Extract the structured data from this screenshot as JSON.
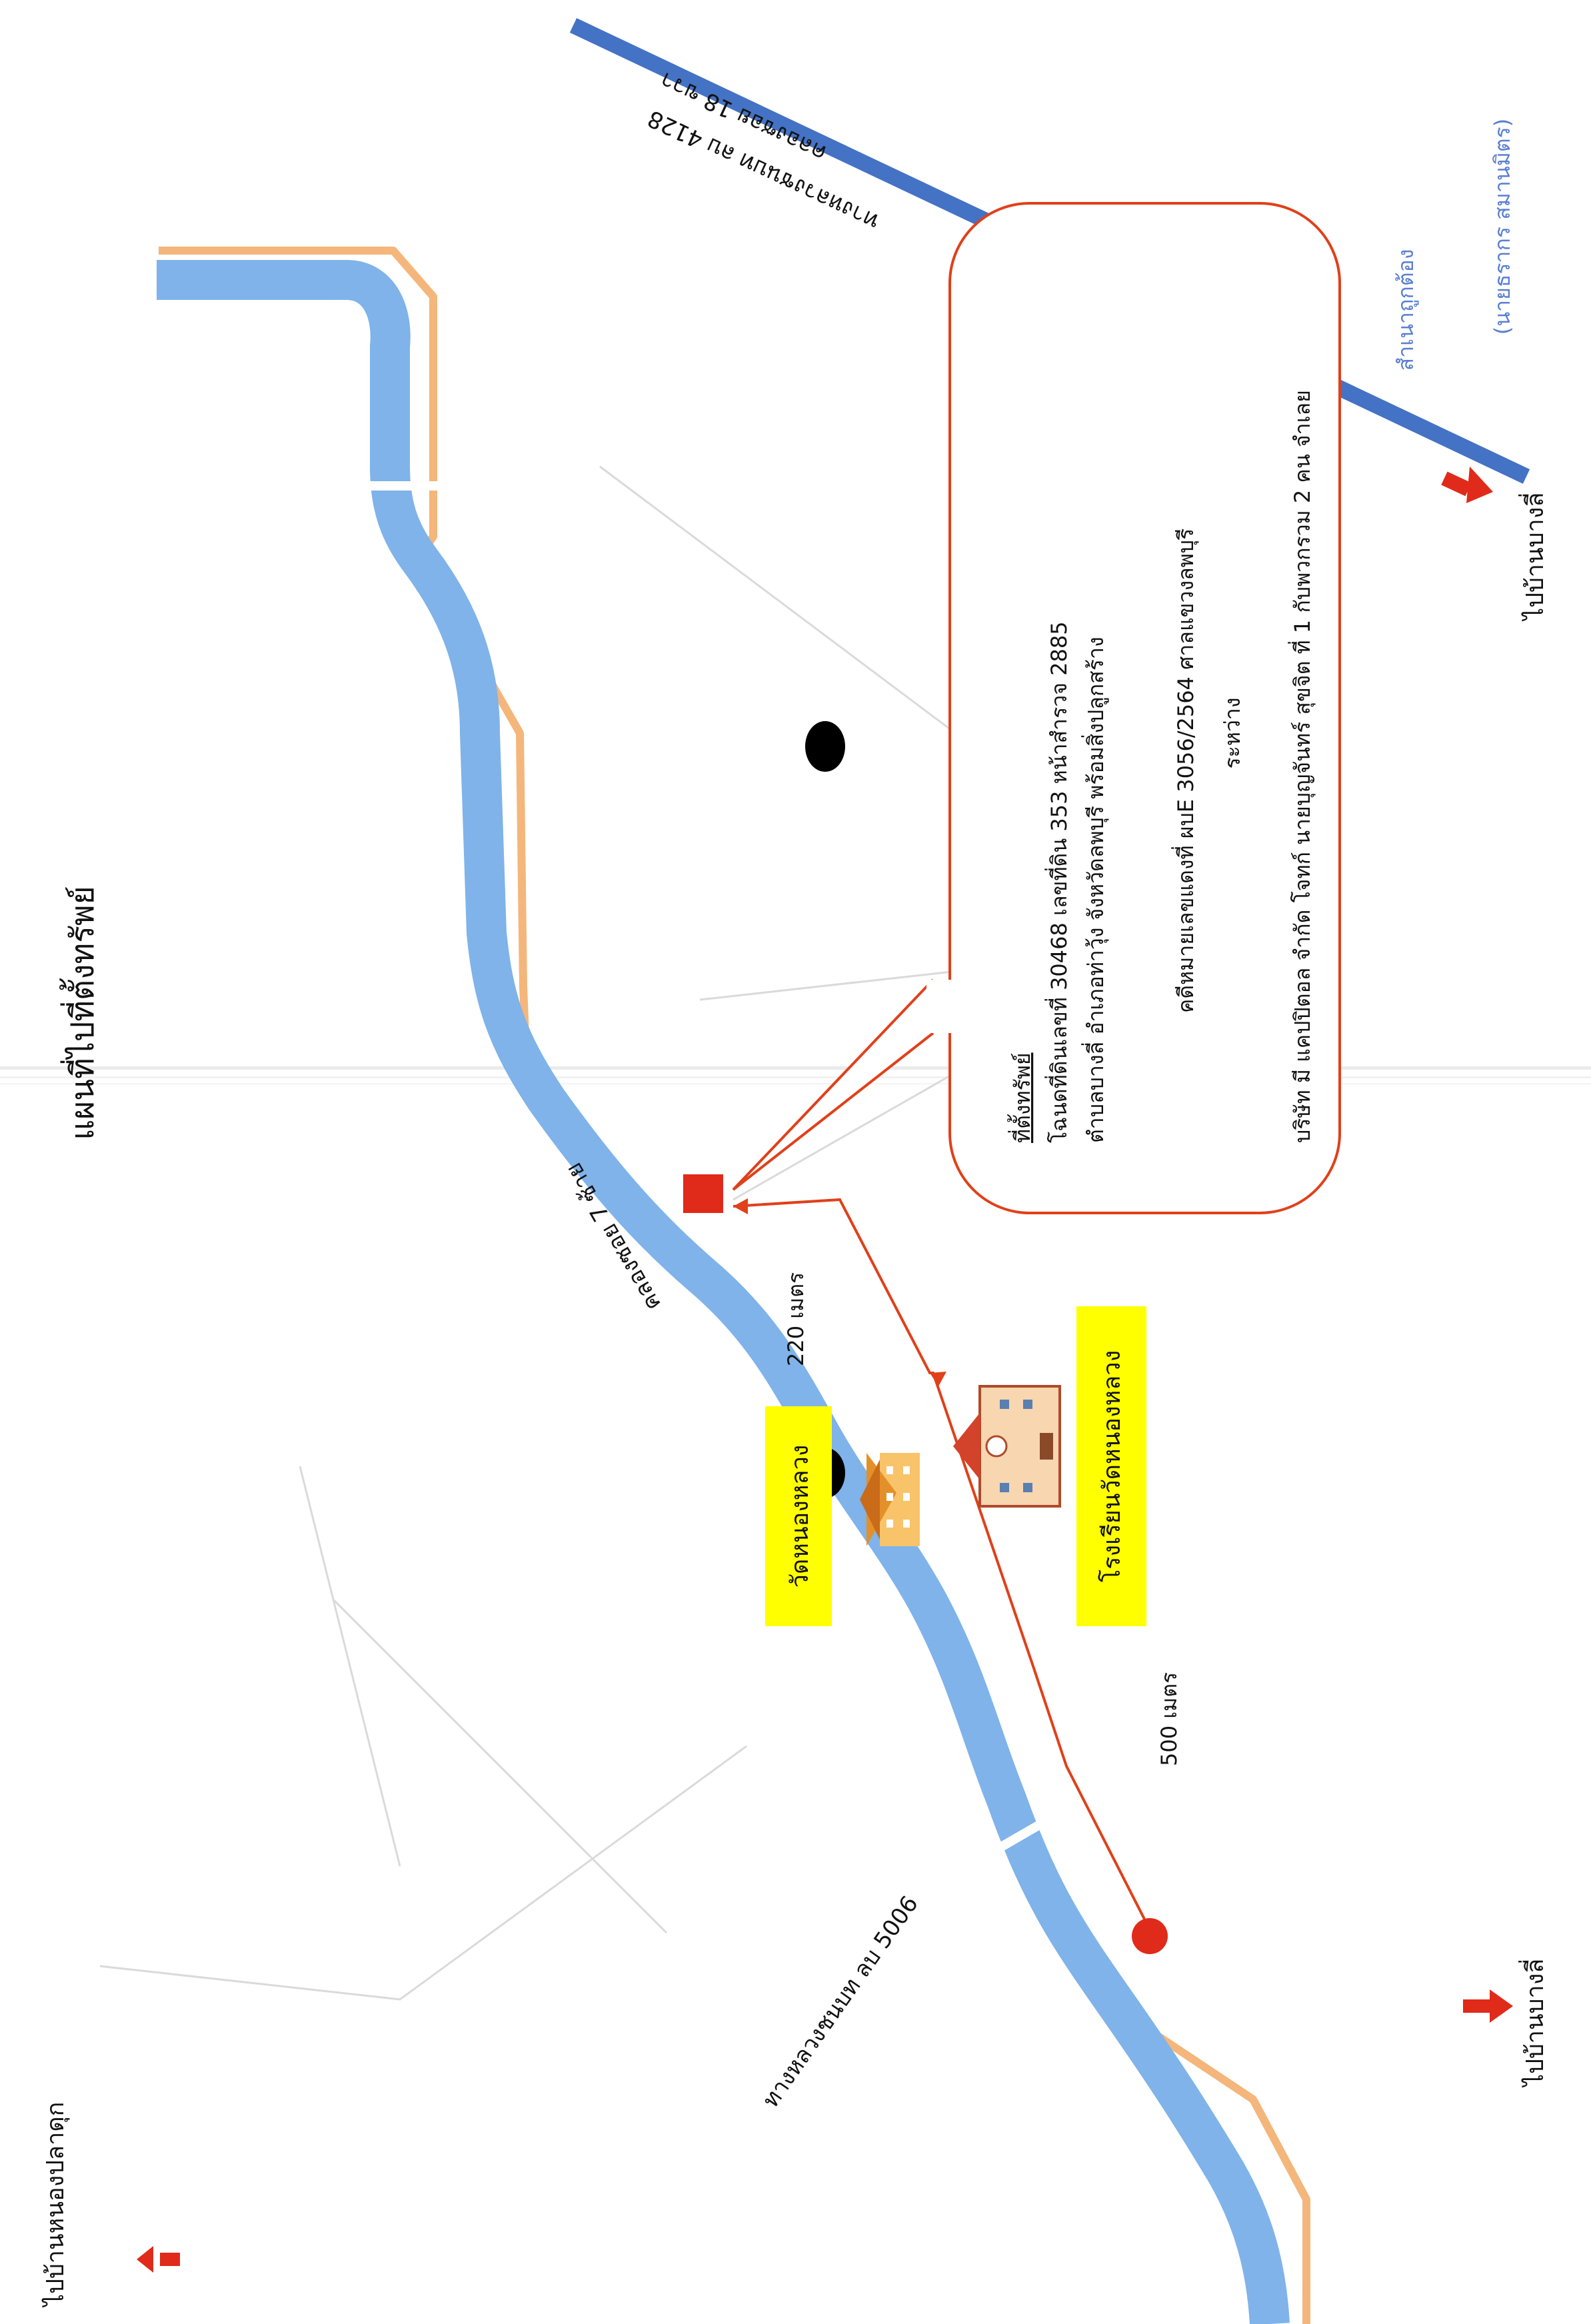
{
  "title": "แผนที่ไปที่ตั้งทรัพย์",
  "roads": {
    "road_4128": "ทางหลวงชนบท ลบ 4128",
    "canal_18": "คลองซอย 18 ขวา",
    "road_5006": "ทางหลวงชนบท ลบ 5006"
  },
  "canal_7": "คลองซอย 7 ซ้าย",
  "directions": {
    "to_nong_pla_duk": "ไปบ้านหนองปลาดุก",
    "to_ban_bang_li_bottom": "ไปบ้านบางลี่",
    "to_ban_bang_li_top": "ไปบ้านบางลี่"
  },
  "distances": {
    "d1": "220 เมตร",
    "d2": "500 เมตร"
  },
  "landmarks": {
    "temple": "วัดหนองหลวง",
    "school": "โรงเรียนวัดหนองหลวง"
  },
  "property_box": {
    "heading": "ที่ตั้งทรัพย์",
    "line1": "โฉนดที่ดินเลขที่ 30468 เลขที่ดิน 353 หน้าสำรวจ 2885",
    "line2": "ตำบลบางลี่ อำเภอท่าวุ้ง จังหวัดลพบุรี พร้อมสิ่งปลูกสร้าง",
    "line3": "คดีหมายเลขแดงที่ ผบE 3056/2564 ศาลแขวงลพบุรี",
    "line4": "ระหว่าง",
    "line5": "บริษัท มี แคปปิตอล จำกัด โจทก์  นายบุญจันทร์ สุขจิต ที่ 1 กับพวกรวม 2 คน จำเลย"
  },
  "certification": {
    "line1": "สำเนาถูกต้อง",
    "line2": "(นายธรากร สมานมิตร)"
  },
  "colors": {
    "canal": "#7fb3ea",
    "bank": "#f4b67a",
    "road_blue": "#4472c4",
    "marker_red": "#e02a1a",
    "label_yellow": "#ffff00",
    "route_red": "#e0401a"
  }
}
